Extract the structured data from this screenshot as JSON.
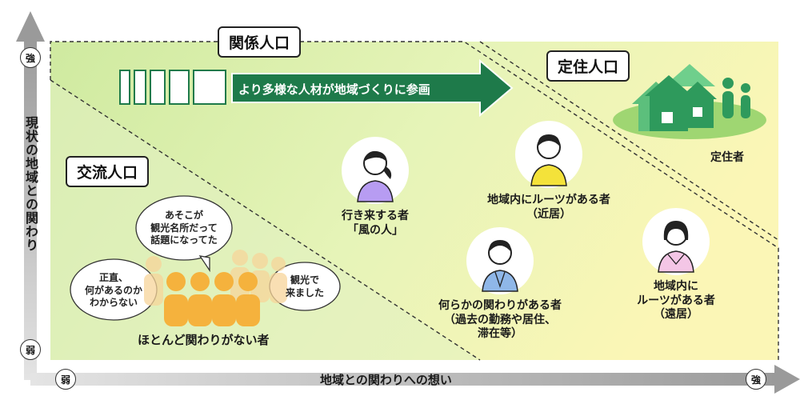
{
  "axes": {
    "y_label": "現状の地域との関わり",
    "x_label": "地域との関わりへの想い",
    "y_high": "強",
    "y_low": "弱",
    "x_low": "弱",
    "x_high": "強"
  },
  "regions": {
    "kankei": "関係人口",
    "teiju": "定住人口",
    "koryu": "交流人口"
  },
  "arrow_text": "より多様な人材が地域づくりに参画",
  "residents_label": "定住者",
  "persons": {
    "kaze": [
      "行き来する者",
      "「風の人」"
    ],
    "kinkyo": [
      "地域内にルーツがある者",
      "（近居）"
    ],
    "nanraka": [
      "何らかの関わりがある者",
      "（過去の勤務や居住、",
      "滞在等）"
    ],
    "enkyo": [
      "地域内に",
      "ルーツがある者",
      "（遠居）"
    ]
  },
  "crowd_label": "ほとんど関わりがない者",
  "bubbles": {
    "left": [
      "正直、",
      "何があるのか",
      "わからない"
    ],
    "top": [
      "あそこが",
      "観光名所だって",
      "話題になってた"
    ],
    "right": [
      "観光で",
      "来ました"
    ]
  },
  "colors": {
    "green_light": "#d9efb0",
    "yellow_light": "#fbf7b8",
    "dark_green": "#1e7a4a",
    "house_green": "#5cbf7c",
    "crowd_orange": "#f5b23d"
  }
}
